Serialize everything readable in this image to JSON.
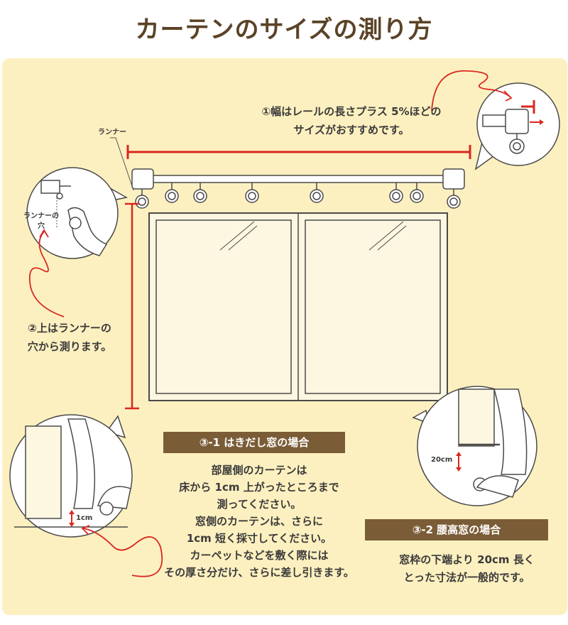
{
  "title": "カーテンのサイズの測り方",
  "labels": {
    "runner": "ランナー",
    "runner_hole": "ランナーの穴",
    "one_cm": "1cm",
    "twenty_cm": "20cm"
  },
  "steps": {
    "width": [
      "①幅はレールの長さプラス 5%ほどの",
      "サイズがおすすめです。"
    ],
    "top": [
      "②上はランナーの",
      "穴から測ります。"
    ],
    "hakidashi": {
      "heading": "③-1 はきだし窓の場合",
      "lines": [
        "部屋側のカーテンは",
        "床から 1cm 上がったところまで",
        "測ってください。",
        "窓側のカーテンは、さらに",
        "1cm 短く採寸してください。",
        "カーペットなどを敷く際には",
        "その厚さ分だけ、さらに差し引きます。"
      ]
    },
    "koshidaka": {
      "heading": "③-2 腰高窓の場合",
      "lines": [
        "窓枠の下端より 20cm 長く",
        "とった寸法が一般的です。"
      ]
    }
  },
  "colors": {
    "brown": "#7a5c36",
    "title": "#5b4327",
    "panel": "#fdf0c0",
    "measure_red": "#d9281f"
  }
}
